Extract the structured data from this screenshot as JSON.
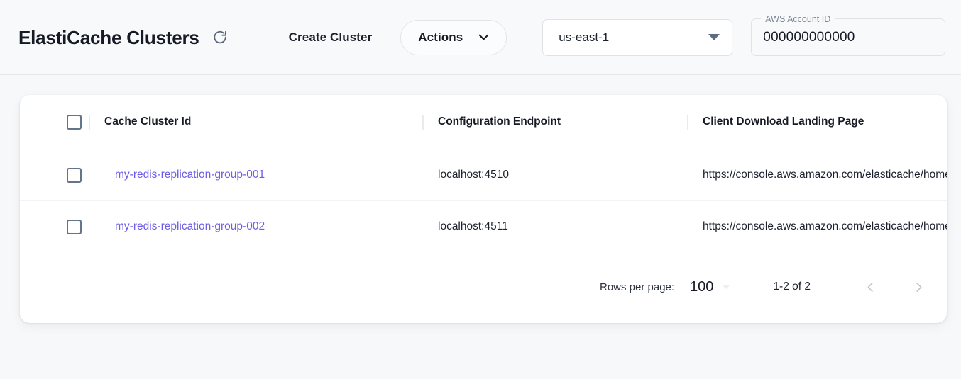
{
  "header": {
    "title": "ElastiCache Clusters",
    "refresh_icon": "refresh-icon",
    "create_cluster_label": "Create Cluster",
    "actions_label": "Actions",
    "actions_icon": "chevron-down-icon",
    "region": {
      "value": "us-east-1",
      "icon": "caret-down-icon"
    },
    "account": {
      "label": "AWS Account ID",
      "value": "000000000000"
    }
  },
  "table": {
    "select_all_checkbox": "select-all",
    "columns": [
      "Cache Cluster Id",
      "Configuration Endpoint",
      "Client Download Landing Page"
    ],
    "rows": [
      {
        "cluster_id": "my-redis-replication-group-001",
        "endpoint": "localhost:4510",
        "landing_page": "https://console.aws.amazon.com/elasticache/home"
      },
      {
        "cluster_id": "my-redis-replication-group-002",
        "endpoint": "localhost:4511",
        "landing_page": "https://console.aws.amazon.com/elasticache/home"
      }
    ]
  },
  "pagination": {
    "rows_per_page_label": "Rows per page:",
    "rows_per_page_value": "100",
    "range_label": "1-2 of 2",
    "prev_icon": "chevron-left-icon",
    "next_icon": "chevron-right-icon"
  },
  "colors": {
    "page_background": "#f7f8fa",
    "card_background": "#ffffff",
    "link": "#6c5ce7",
    "text": "#1b212c",
    "muted": "#7b8796",
    "border": "#dfe3e8"
  }
}
